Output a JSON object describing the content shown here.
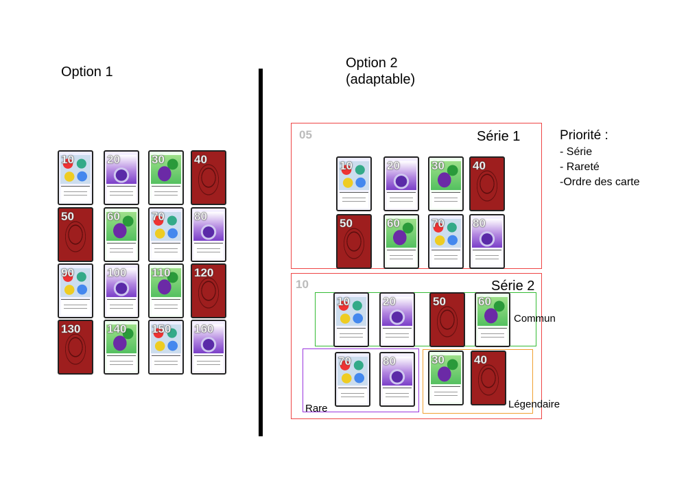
{
  "option1": {
    "title": "Option 1",
    "cards": [
      {
        "n": "10",
        "type": "rare"
      },
      {
        "n": "20",
        "type": "potion"
      },
      {
        "n": "30",
        "type": "slime"
      },
      {
        "n": "40",
        "type": "red"
      },
      {
        "n": "50",
        "type": "red"
      },
      {
        "n": "60",
        "type": "slime"
      },
      {
        "n": "70",
        "type": "rare"
      },
      {
        "n": "80",
        "type": "potion"
      },
      {
        "n": "90",
        "type": "rare"
      },
      {
        "n": "100",
        "type": "potion"
      },
      {
        "n": "110",
        "type": "slime"
      },
      {
        "n": "120",
        "type": "red"
      },
      {
        "n": "130",
        "type": "red"
      },
      {
        "n": "140",
        "type": "slime"
      },
      {
        "n": "150",
        "type": "rare"
      },
      {
        "n": "160",
        "type": "potion"
      }
    ]
  },
  "option2": {
    "title": "Option 2\n(adaptable)",
    "priority": {
      "title": "Priorité :",
      "items": [
        "- Série",
        "- Rareté",
        "-Ordre des carte"
      ]
    },
    "serie1": {
      "number": "05",
      "title": "Série 1",
      "cards": [
        {
          "n": "10",
          "type": "rare"
        },
        {
          "n": "20",
          "type": "potion"
        },
        {
          "n": "30",
          "type": "slime"
        },
        {
          "n": "40",
          "type": "red"
        },
        {
          "n": "50",
          "type": "red"
        },
        {
          "n": "60",
          "type": "slime"
        },
        {
          "n": "70",
          "type": "rare"
        },
        {
          "n": "80",
          "type": "potion"
        }
      ]
    },
    "serie2": {
      "number": "10",
      "title": "Série 2",
      "groups": {
        "commun": {
          "label": "Commun",
          "color": "#33bb33",
          "cards": [
            {
              "n": "10",
              "type": "rare"
            },
            {
              "n": "20",
              "type": "potion"
            },
            {
              "n": "50",
              "type": "red"
            },
            {
              "n": "60",
              "type": "slime"
            }
          ]
        },
        "rare": {
          "label": "Rare",
          "color": "#9933dd",
          "cards": [
            {
              "n": "70",
              "type": "rare"
            },
            {
              "n": "80",
              "type": "potion"
            }
          ]
        },
        "legendaire": {
          "label": "Légendaire",
          "color": "#f0a030",
          "cards": [
            {
              "n": "30",
              "type": "slime"
            },
            {
              "n": "40",
              "type": "red"
            }
          ]
        }
      }
    }
  },
  "colors": {
    "serie_border": "#ee4444",
    "divider": "#000000"
  }
}
